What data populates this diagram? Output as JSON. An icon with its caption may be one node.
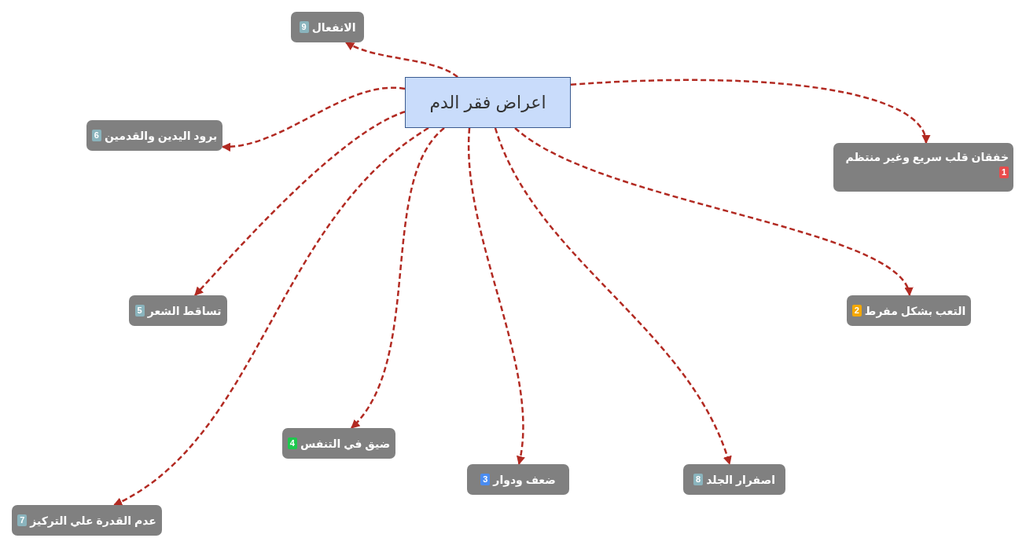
{
  "diagram": {
    "nodes": [
      {
        "text": [
          "اعراض فقر الدم"
        ]
      },
      {
        "text": [
          "الانفعال",
          "9"
        ]
      },
      {
        "text": [
          "برود اليدين والقدمين",
          "6"
        ]
      },
      {
        "text": [
          "خفقان قلب سريع وغير منتظم",
          "1"
        ]
      },
      {
        "text": [
          "تساقط الشعر",
          "5"
        ]
      },
      {
        "text": [
          "التعب بشكل مفرط",
          "2"
        ]
      },
      {
        "text": [
          "ضيق في التنفس",
          "4"
        ]
      },
      {
        "text": [
          "ضعف ودوار",
          "3"
        ]
      },
      {
        "text": [
          "اصفرار الجلد",
          "8"
        ]
      },
      {
        "text": [
          "عدم القدرة علي التركيز",
          "7"
        ]
      }
    ],
    "edges": [
      {
        "from": 0,
        "to": 1,
        "arrow": "to",
        "style": "dashed"
      },
      {
        "from": 0,
        "to": 2,
        "arrow": "to",
        "style": "dashed"
      },
      {
        "from": 0,
        "to": 3,
        "arrow": "to",
        "style": "dashed"
      },
      {
        "from": 0,
        "to": 4,
        "arrow": "to",
        "style": "dashed"
      },
      {
        "from": 0,
        "to": 5,
        "arrow": "to",
        "style": "dashed"
      },
      {
        "from": 0,
        "to": 6,
        "arrow": "to",
        "style": "dashed"
      },
      {
        "from": 0,
        "to": 7,
        "arrow": "to",
        "style": "dashed"
      },
      {
        "from": 0,
        "to": 8,
        "arrow": "to",
        "style": "dashed"
      },
      {
        "from": 0,
        "to": 9,
        "arrow": "to",
        "style": "dashed"
      }
    ]
  }
}
